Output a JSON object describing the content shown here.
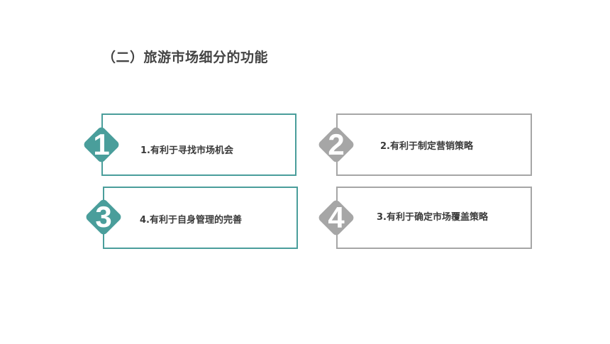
{
  "title": "（二）旅游市场细分的功能",
  "colors": {
    "teal": "#4a9e9b",
    "gray": "#a6a6a6",
    "text": "#3a3a3a"
  },
  "items": [
    {
      "number": "1",
      "label": "1.有利于寻找市场机会"
    },
    {
      "number": "2",
      "label": "2.有利于制定营销策略"
    },
    {
      "number": "3",
      "label": "4.有利于自身管理的完善"
    },
    {
      "number": "4",
      "label": "3.有利于确定市场覆盖策略"
    }
  ]
}
